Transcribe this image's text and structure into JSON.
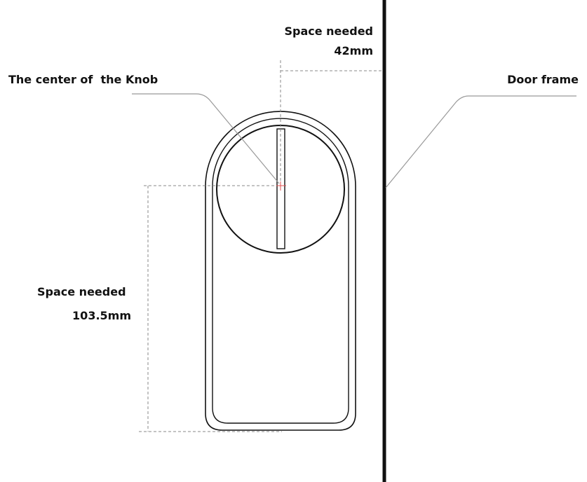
{
  "labels": {
    "top_space_title": "Space needed",
    "top_space_value": "42mm",
    "knob_center": "The center of  the Knob",
    "door_frame": "Door frame",
    "side_space_title": "Space needed",
    "side_space_value": "103.5mm"
  },
  "colors": {
    "outline": "#111111",
    "dashed": "#888888",
    "leader": "#999999",
    "center_mark": "#e05050"
  }
}
